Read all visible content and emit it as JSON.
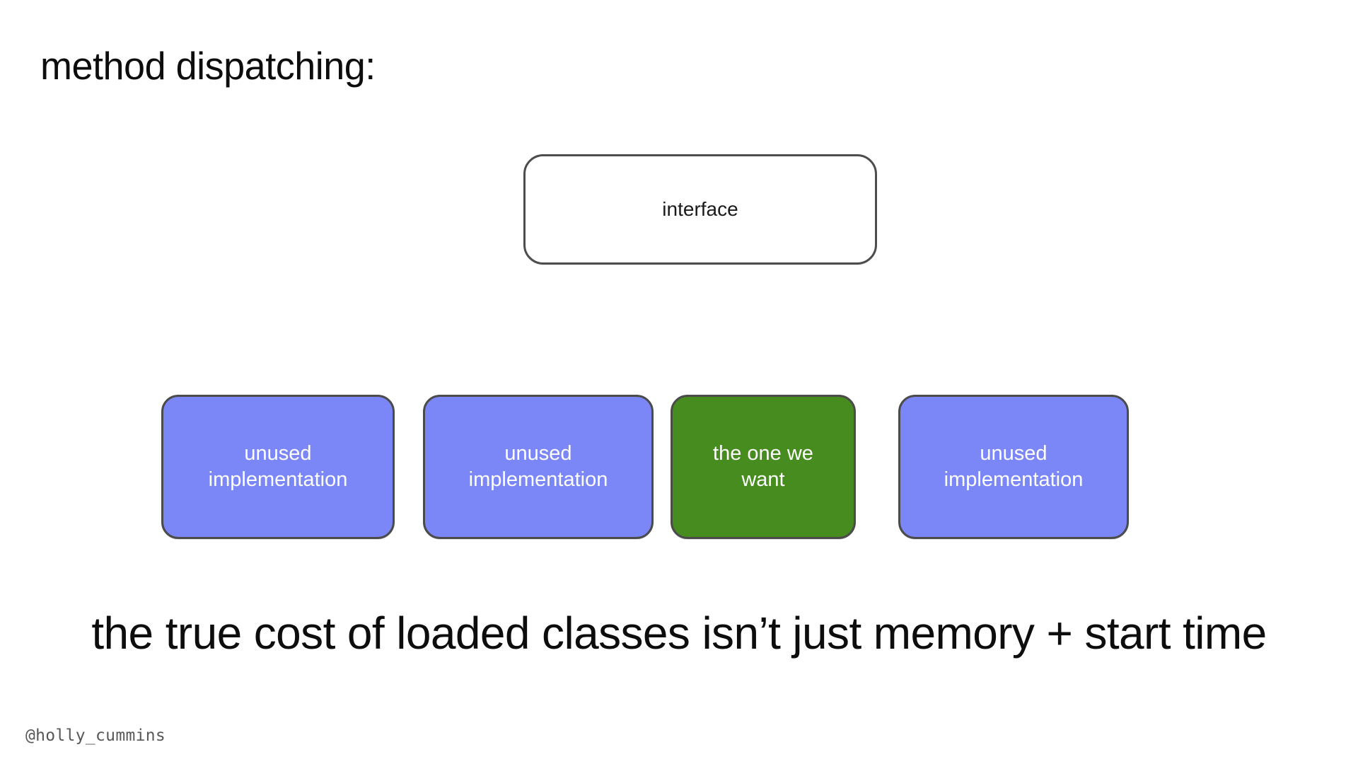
{
  "slide": {
    "title": "method dispatching:",
    "caption": "the true cost of loaded classes isn’t just memory + start time",
    "handle": "@holly_cummins",
    "background_color": "#ffffff"
  },
  "diagram": {
    "interface_node": {
      "label": "interface",
      "fill": "#ffffff",
      "text_color": "#1a1a1a",
      "border_color": "#4d4d4d"
    },
    "implementation_nodes": [
      {
        "label": "unused\nimplementation",
        "state": "unused",
        "fill": "#7b87f7",
        "text_color": "#ffffff",
        "border_color": "#4b4b4b"
      },
      {
        "label": "unused\nimplementation",
        "state": "unused",
        "fill": "#7b87f7",
        "text_color": "#ffffff",
        "border_color": "#4b4b4b"
      },
      {
        "label": "the one we\nwant",
        "state": "selected",
        "fill": "#468c1e",
        "text_color": "#ffffff",
        "border_color": "#4b4b4b"
      },
      {
        "label": "unused\nimplementation",
        "state": "unused",
        "fill": "#7b87f7",
        "text_color": "#ffffff",
        "border_color": "#4b4b4b"
      }
    ]
  }
}
